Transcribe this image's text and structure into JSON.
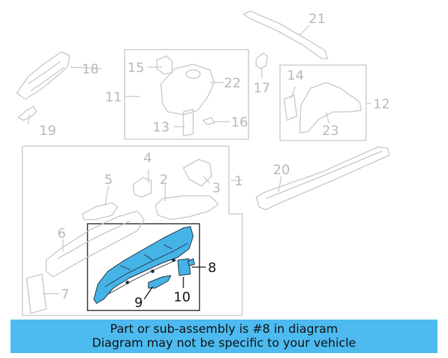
{
  "diagram": {
    "highlighted_part": "8",
    "callouts": {
      "c1": "1",
      "c2": "2",
      "c3": "3",
      "c4": "4",
      "c5": "5",
      "c6": "6",
      "c7": "7",
      "c8": "8",
      "c9": "9",
      "c10": "10",
      "c11": "11",
      "c12": "12",
      "c13": "13",
      "c14": "14",
      "c15": "15",
      "c16": "16",
      "c17": "17",
      "c18": "18",
      "c19": "19",
      "c20": "20",
      "c21": "21",
      "c22": "22",
      "c23": "23"
    }
  },
  "banner": {
    "line1": "Part or sub-assembly is #8 in diagram",
    "line2": "Diagram may not be specific to your vehicle"
  },
  "colors": {
    "highlight": "#46b3e6",
    "banner": "#4dbaf0",
    "ghost": "#c4c4c4"
  }
}
